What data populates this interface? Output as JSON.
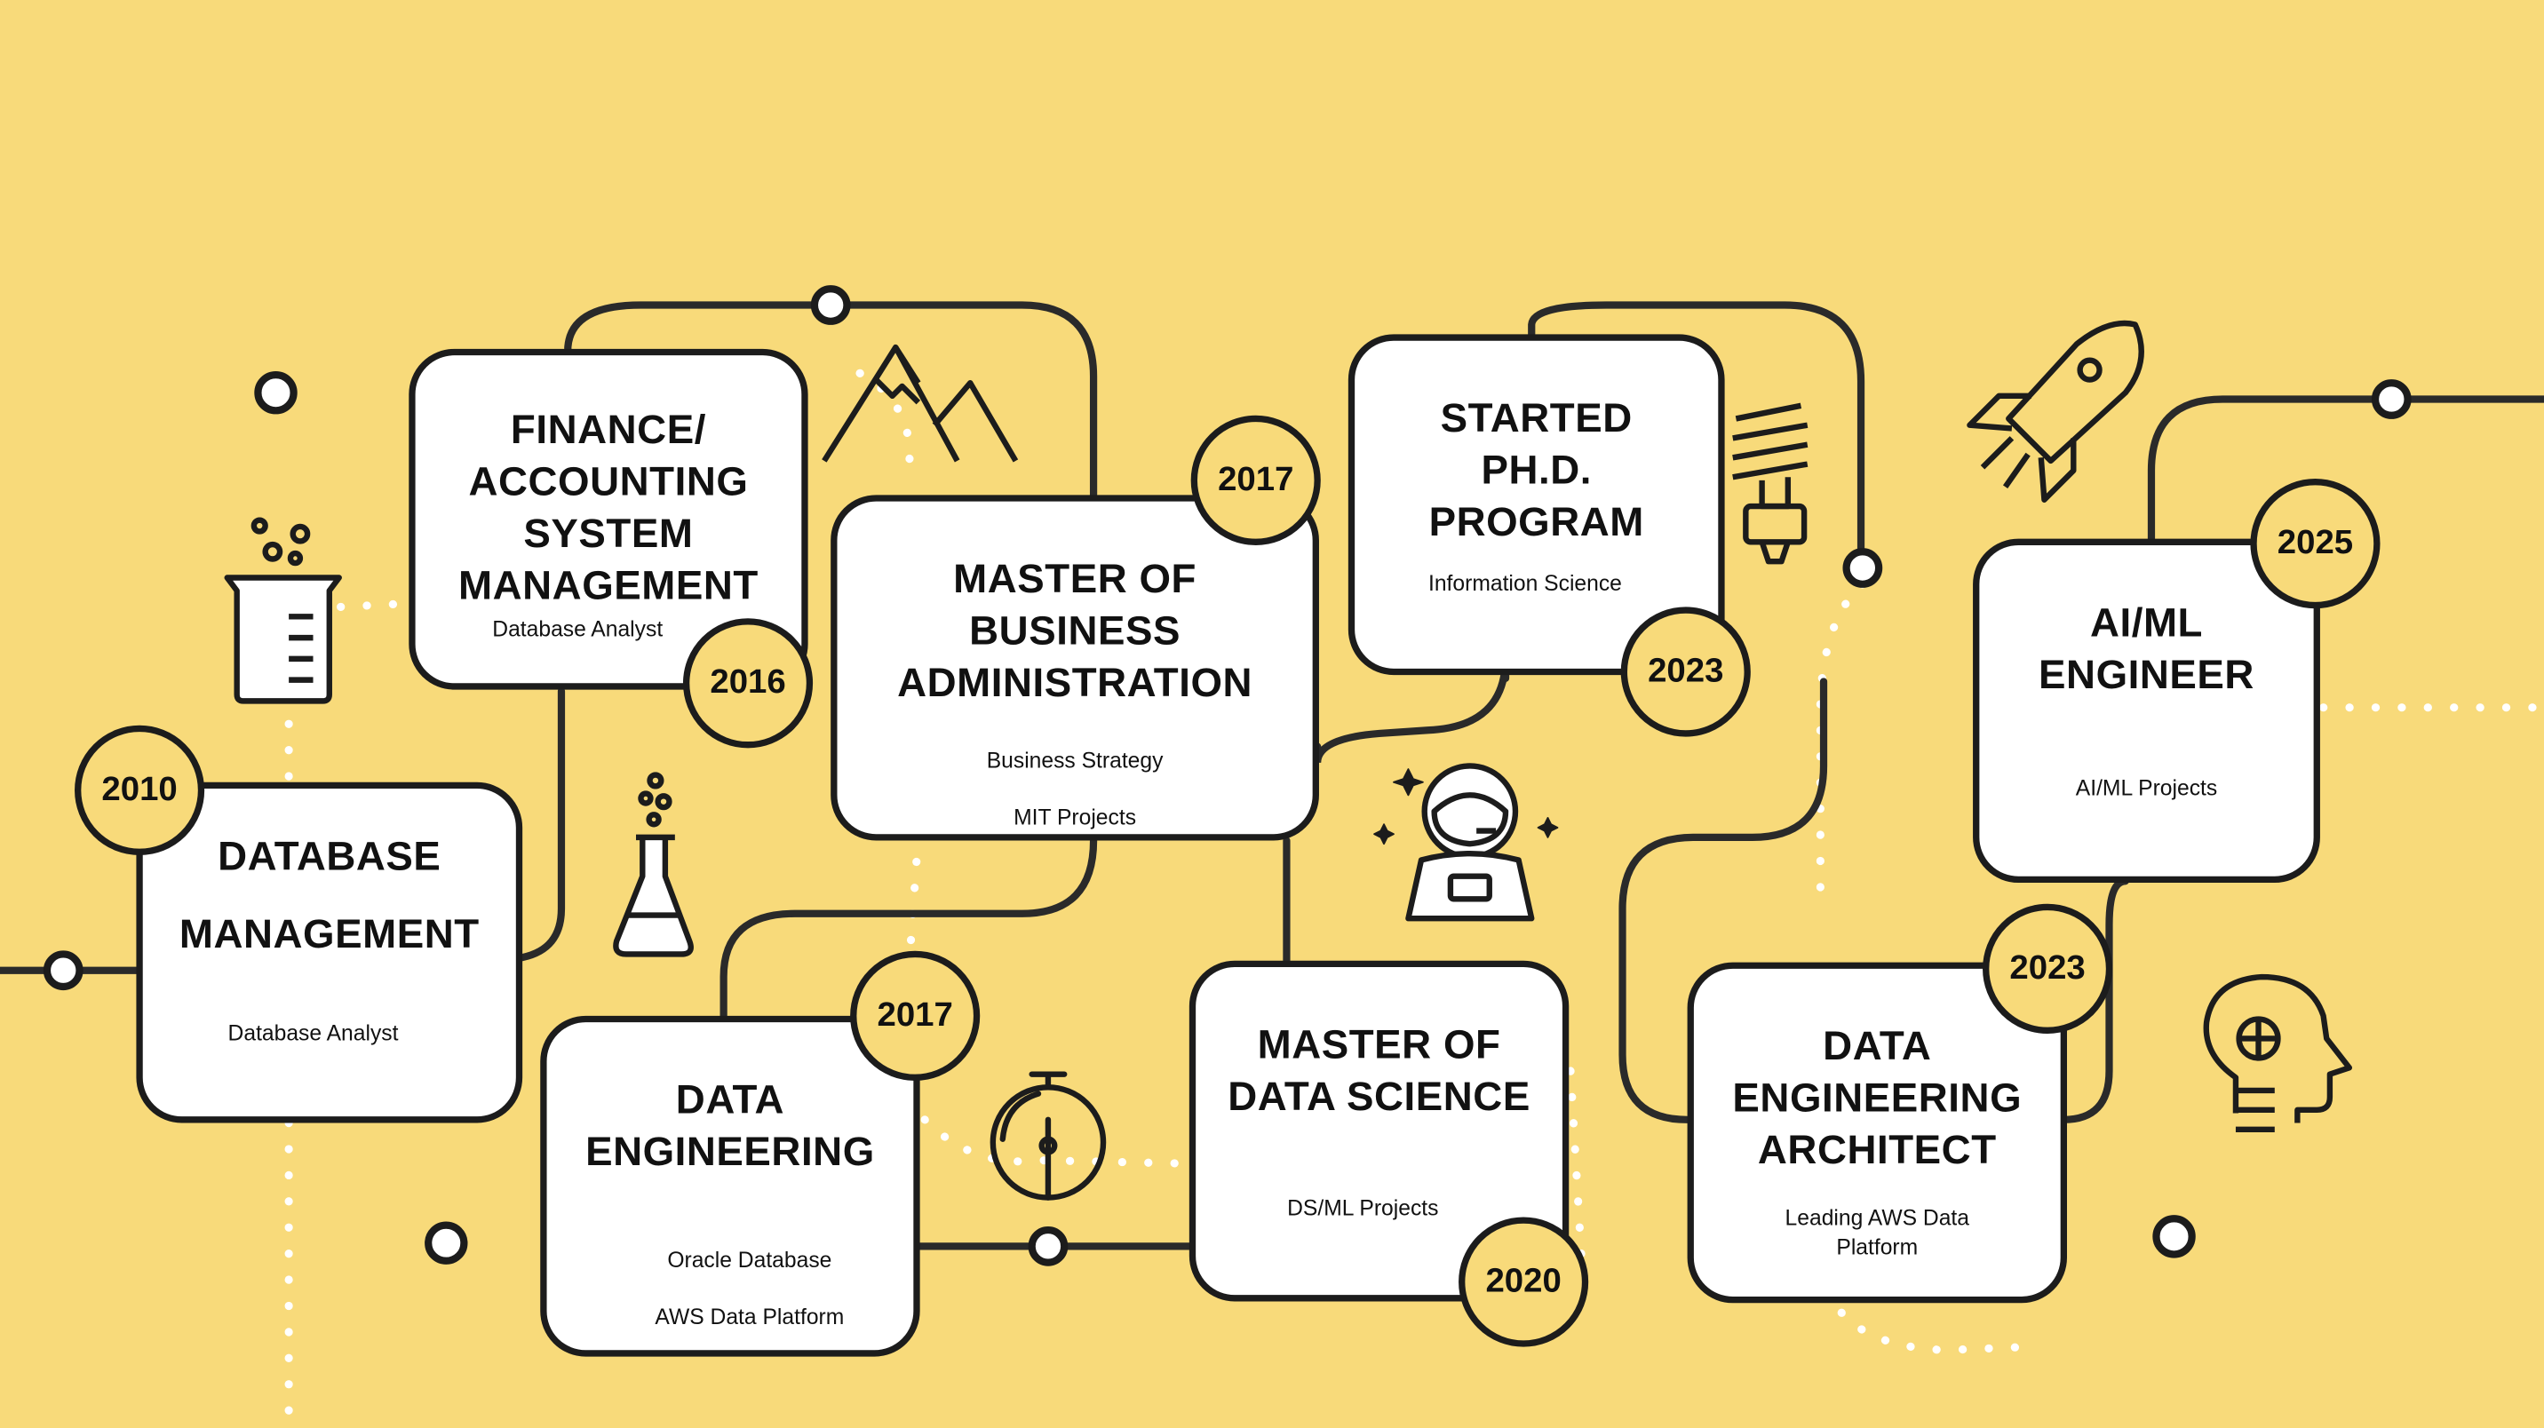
{
  "milestones": [
    {
      "year": "2010",
      "title": "DATABASE\n\nMANAGEMENT",
      "subtitle": "Database Analyst"
    },
    {
      "year": "2016",
      "title": "FINANCE/\nACCOUNTING\nSYSTEM\nMANAGEMENT",
      "subtitle": "Database Analyst"
    },
    {
      "year": "2017",
      "title": "DATA\nENGINEERING",
      "subtitle_1": "Oracle Database",
      "subtitle_2": "AWS Data Platform"
    },
    {
      "year": "2017",
      "title": "MASTER OF\nBUSINESS\nADMINISTRATION",
      "subtitle_1": "Business Strategy",
      "subtitle_2": "MIT Projects"
    },
    {
      "year": "2020",
      "title": "MASTER OF\nDATA SCIENCE",
      "subtitle": "DS/ML Projects"
    },
    {
      "year": "2023",
      "title": "STARTED\nPH.D.\nPROGRAM",
      "subtitle": "Information Science"
    },
    {
      "year": "2023",
      "title": "DATA\nENGINEERING\nARCHITECT",
      "subtitle": "Leading AWS Data\nPlatform"
    },
    {
      "year": "2025",
      "title": "AI/ML\nENGINEER",
      "subtitle": "AI/ML Projects"
    }
  ],
  "colors": {
    "background": "#F8DA7A",
    "line": "#2a2a2a",
    "card": "#FFFFFF",
    "dots": "#FFFFFF"
  },
  "icons": [
    "beaker-icon",
    "flask-icon",
    "mountains-icon",
    "stopwatch-icon",
    "astronaut-icon",
    "lightbulb-icon",
    "rocket-icon",
    "ai-head-icon"
  ]
}
